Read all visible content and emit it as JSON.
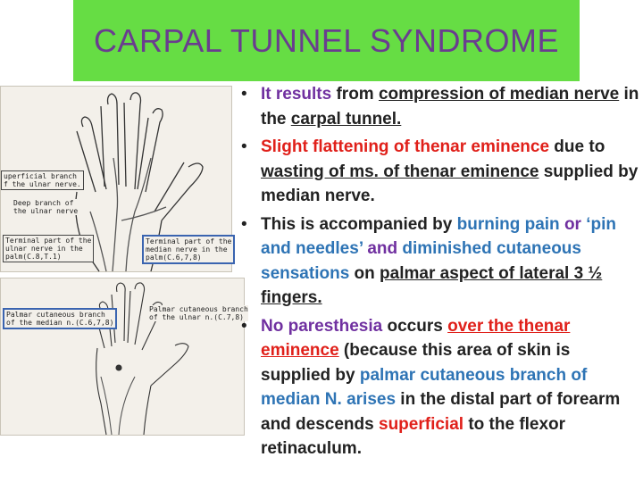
{
  "title": "CARPAL TUNNEL SYNDROME",
  "figure_top": {
    "labels": {
      "superficial": "uperficial branch\nf the ulnar nerve.",
      "deep": "Deep branch of\nthe ulnar nerve",
      "terminal_ulnar": "Terminal part of the\nulnar nerve in the\npalm(C.8,T.1)",
      "terminal_median": "Terminal part of the\nmedian nerve in the\npalm(C.6,7,8)"
    }
  },
  "figure_bottom": {
    "labels": {
      "median_cut": "Palmar cutaneous branch\nof the median n.(C.6,7,8)",
      "ulnar_cut": "Palmar cutaneous branch\nof the ulnar n.(C.7,8)"
    }
  },
  "bullets": [
    {
      "segments": [
        {
          "text": "It results ",
          "color": "purple",
          "underline": false
        },
        {
          "text": "from ",
          "color": "dark",
          "underline": false
        },
        {
          "text": "compression of median nerve",
          "color": "dark",
          "underline": true
        },
        {
          "text": " in the ",
          "color": "dark",
          "underline": false
        },
        {
          "text": "carpal tunnel.",
          "color": "dark",
          "underline": true
        }
      ]
    },
    {
      "segments": [
        {
          "text": "Slight flattening of thenar eminence",
          "color": "red",
          "underline": false
        },
        {
          "text": " due to ",
          "color": "dark",
          "underline": false
        },
        {
          "text": "wasting of ms. of thenar eminence",
          "color": "dark",
          "underline": true
        },
        {
          "text": " supplied by median nerve.",
          "color": "dark",
          "underline": false
        }
      ]
    },
    {
      "segments": [
        {
          "text": "This is accompanied by ",
          "color": "dark",
          "underline": false
        },
        {
          "text": "burning pain",
          "color": "blue",
          "underline": false
        },
        {
          "text": " or ",
          "color": "purple",
          "underline": false
        },
        {
          "text": "‘pin and needles’",
          "color": "blue",
          "underline": false
        },
        {
          "text": " and ",
          "color": "purple",
          "underline": false
        },
        {
          "text": "diminished cutaneous sensations",
          "color": "blue",
          "underline": false
        },
        {
          "text": " on ",
          "color": "dark",
          "underline": false
        },
        {
          "text": "palmar aspect of lateral 3 ½ fingers.",
          "color": "dark",
          "underline": true
        }
      ]
    },
    {
      "segments": [
        {
          "text": "No paresthesia",
          "color": "purple",
          "underline": false
        },
        {
          "text": " occurs ",
          "color": "dark",
          "underline": false
        },
        {
          "text": "over the thenar eminence",
          "color": "red",
          "underline": true
        },
        {
          "text": " (because this area of skin is supplied by ",
          "color": "dark",
          "underline": false
        },
        {
          "text": "palmar cutaneous branch of median N. arises",
          "color": "blue",
          "underline": false
        },
        {
          "text": " in the distal part of forearm and descends ",
          "color": "dark",
          "underline": false
        },
        {
          "text": "superficial",
          "color": "red",
          "underline": false
        },
        {
          "text": " to the flexor  retinaculum.",
          "color": "dark",
          "underline": false
        }
      ]
    }
  ]
}
